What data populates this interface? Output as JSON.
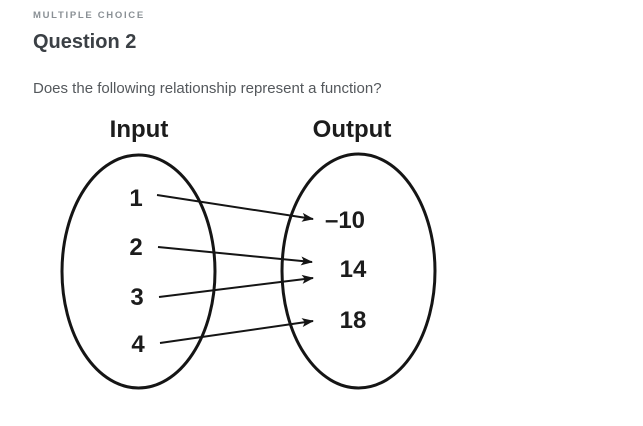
{
  "page": {
    "kicker": "MULTIPLE CHOICE",
    "title": "Question 2",
    "question": "Does the following relationship represent a function?"
  },
  "diagram": {
    "input_label": "Input",
    "output_label": "Output",
    "inputs": [
      "1",
      "2",
      "3",
      "4"
    ],
    "outputs": [
      "–10",
      "14",
      "18"
    ],
    "mappings": [
      {
        "from": "1",
        "to": "–10"
      },
      {
        "from": "2",
        "to": "14"
      },
      {
        "from": "3",
        "to": "14"
      },
      {
        "from": "4",
        "to": "18"
      }
    ],
    "colors": {
      "diagram_ink": "#151515",
      "kicker_text": "#8a9095",
      "title_text": "#3b4045",
      "question_text": "#54585c"
    }
  }
}
